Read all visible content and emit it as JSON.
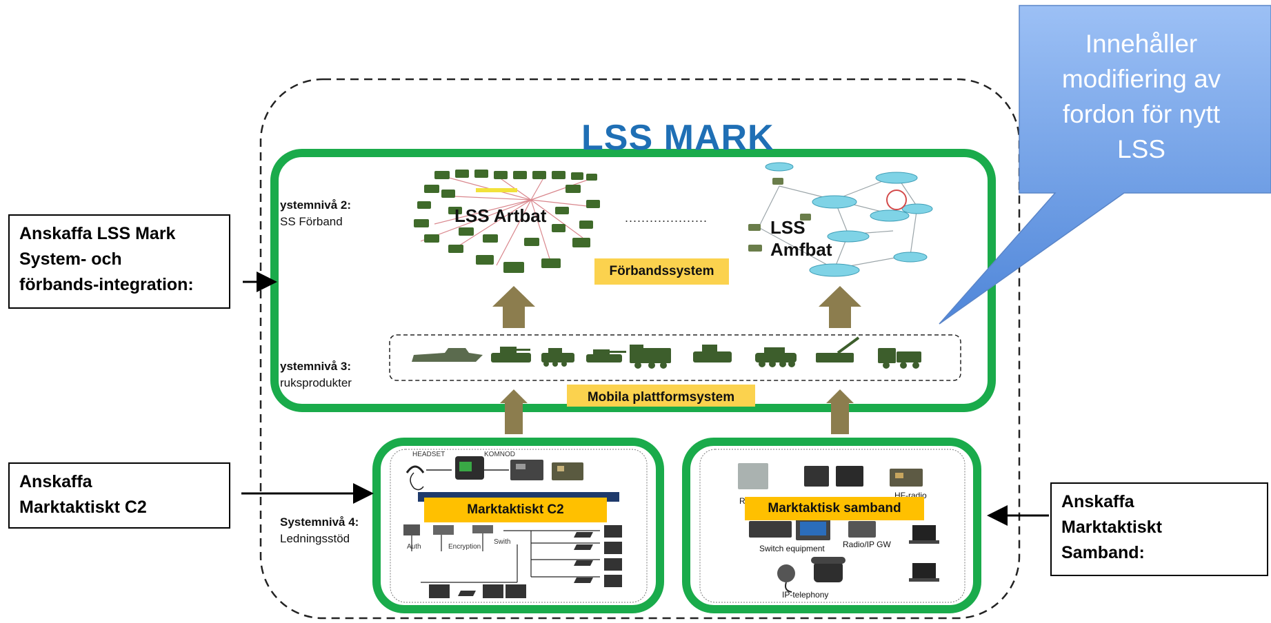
{
  "title": "LSS MARK",
  "callout": {
    "line1": "Innehåller",
    "line2": "modifiering av",
    "line3": "fordon för nytt",
    "line4": "LSS"
  },
  "side_boxes": {
    "left_top": {
      "line1": "Anskaffa LSS Mark",
      "line2": "System- och",
      "line3": "förbands-integration:"
    },
    "left_bottom": {
      "line1": "Anskaffa",
      "line2": "Marktaktiskt C2"
    },
    "right_bottom": {
      "line1": "Anskaffa",
      "line2": "Marktaktiskt",
      "line3": "Samband:"
    }
  },
  "levels": {
    "level2": {
      "heading": "ystemnivå 2:",
      "sub": "SS Förband"
    },
    "level3": {
      "heading": "ystemnivå 3:",
      "sub": "ruksprodukter"
    },
    "level4": {
      "heading": "Systemnivå 4:",
      "sub": "Ledningsstöd"
    }
  },
  "units": {
    "artbat": "LSS Artbat",
    "amfbat_line1": "LSS",
    "amfbat_line2": "Amfbat",
    "dots": "....................",
    "forbandssystem": "Förbandssystem",
    "mobila": "Mobila plattformsystem"
  },
  "c2_box": {
    "label": "Marktaktiskt  C2",
    "headset": "HEADSET",
    "komnod": "KOMNOD",
    "auth": "Auth",
    "encryption": "Encryption",
    "switch": "Swith"
  },
  "samband_box": {
    "label": "Marktaktisk samband",
    "r_prefix": "R",
    "hf_radio": "HF-radio",
    "switch_equipment": "Switch equipment",
    "radio_ip": "Radio/IP GW",
    "ip_telephony": "IP-telephony"
  },
  "colors": {
    "title_blue": "#1f6fb5",
    "green_frame": "#1aab4b",
    "arrow_olive": "#8c7d4e",
    "callout_blue": "#6f9fe6",
    "yellow_label": "#fbd24e",
    "orange_label": "#ffc000"
  }
}
